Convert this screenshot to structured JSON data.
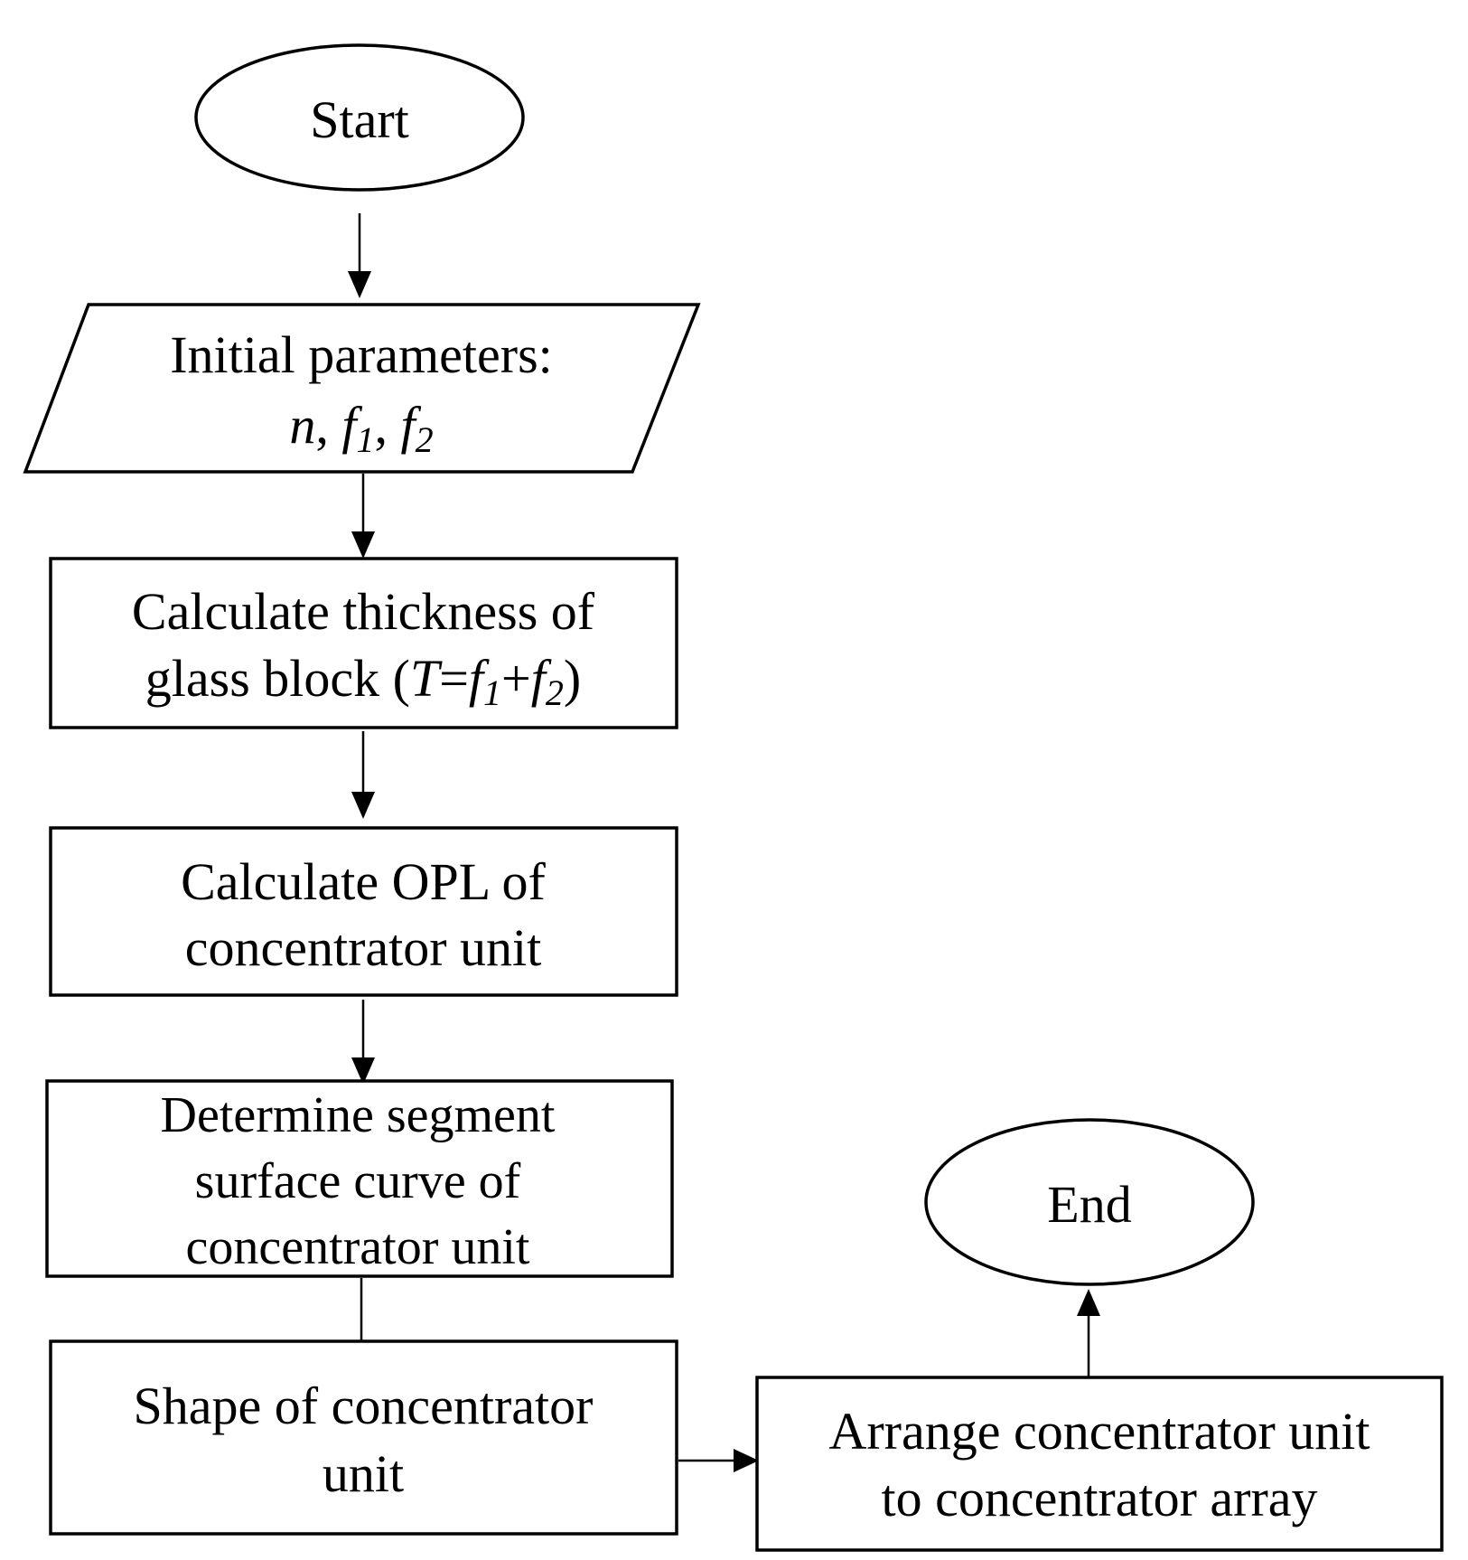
{
  "flowchart": {
    "start": {
      "label": "Start"
    },
    "input": {
      "line1": "Initial parameters:",
      "vars": {
        "n": "n",
        "f": "f",
        "sub1": "1",
        "sub2": "2",
        "sep": ", "
      }
    },
    "thickness": {
      "line1": "Calculate thickness of",
      "line2_prefix": "glass block (",
      "T": "T",
      "eq": "=",
      "f": "f",
      "sub1": "1",
      "plus": "+",
      "sub2": "2",
      "close": ")"
    },
    "opl": {
      "line1": "Calculate OPL of",
      "line2": "concentrator unit"
    },
    "segment": {
      "line1": "Determine segment",
      "line2": "surface curve of",
      "line3": "concentrator unit"
    },
    "shape": {
      "line1": "Shape of concentrator",
      "line2": "unit"
    },
    "arrange": {
      "line1": "Arrange concentrator unit",
      "line2": "to concentrator array"
    },
    "end": {
      "label": "End"
    }
  }
}
